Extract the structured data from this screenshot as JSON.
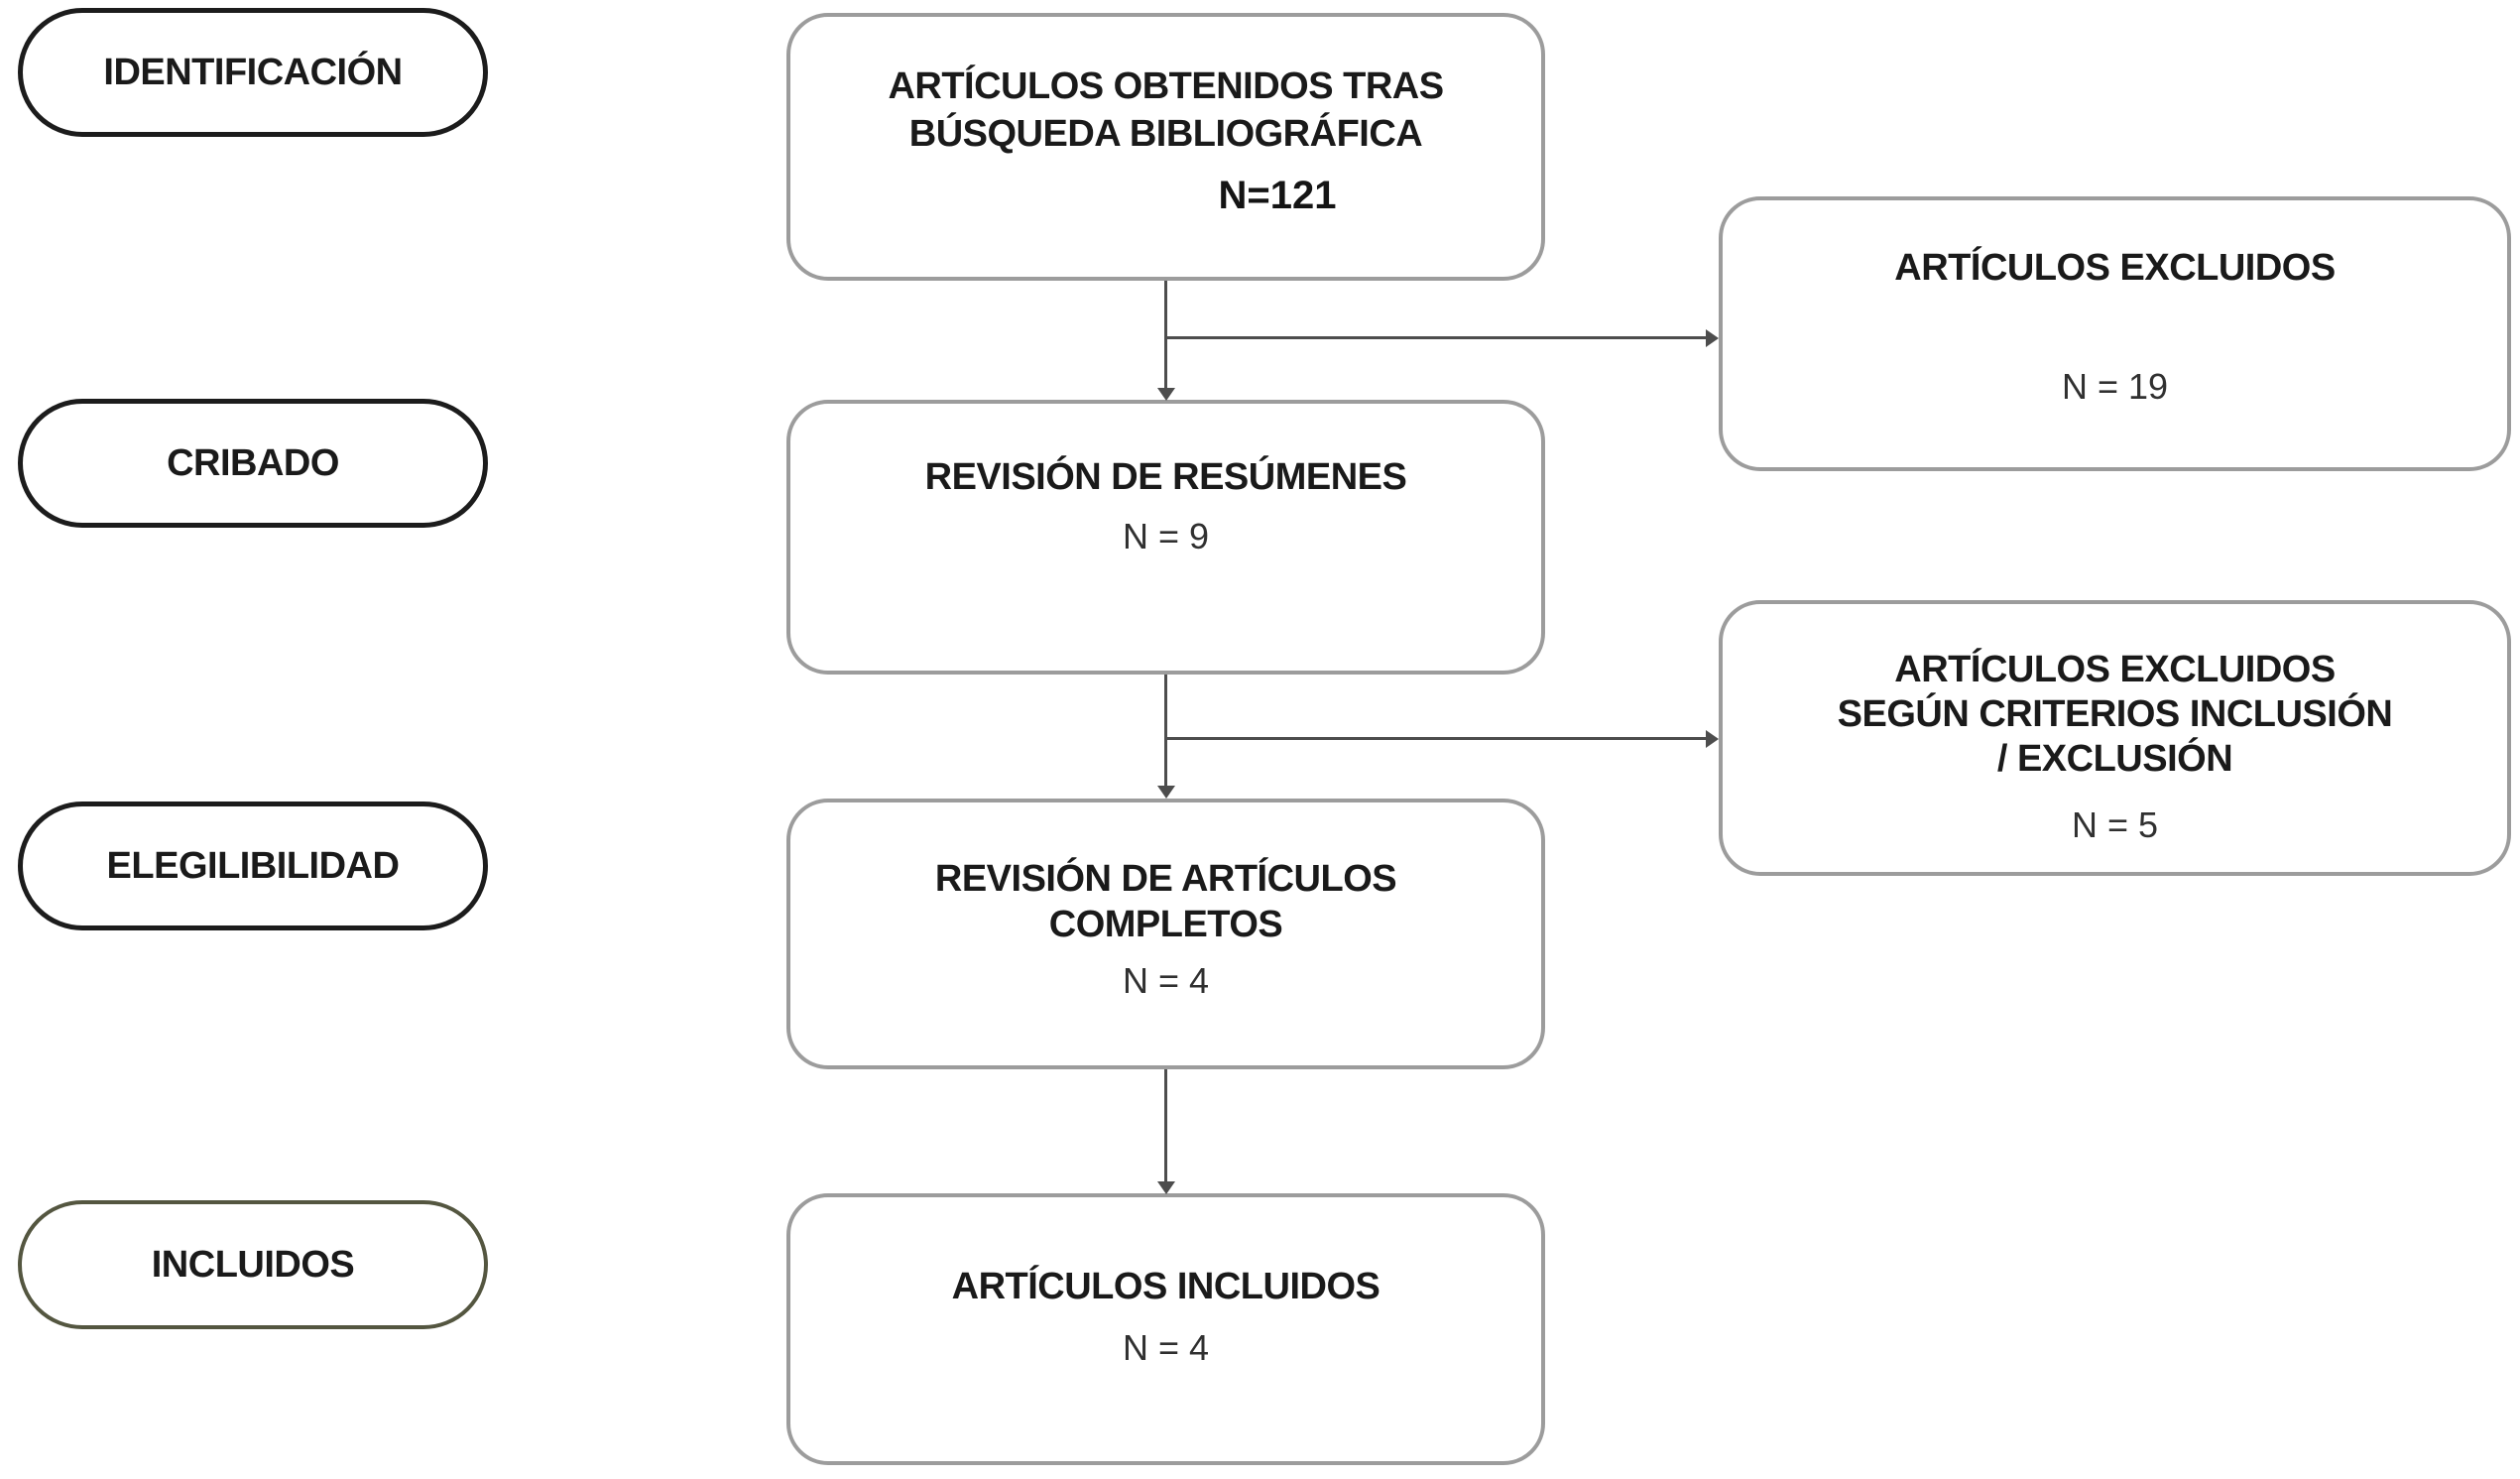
{
  "diagram": {
    "type": "prisma-flowchart",
    "stages": [
      {
        "label": "IDENTIFICACIÓN"
      },
      {
        "label": "CRIBADO"
      },
      {
        "label": "ELEGILIBILIDAD"
      },
      {
        "label": "INCLUIDOS"
      }
    ],
    "main_flow": [
      {
        "title": "ARTÍCULOS OBTENIDOS TRAS BÚSQUEDA BIBLIOGRÁFICA",
        "count": "N=121"
      },
      {
        "title": "REVISIÓN DE RESÚMENES",
        "count": "N = 9"
      },
      {
        "title": "REVISIÓN DE ARTÍCULOS COMPLETOS",
        "count": "N = 4"
      },
      {
        "title": "ARTÍCULOS INCLUIDOS",
        "count": "N = 4"
      }
    ],
    "exclusion_boxes": [
      {
        "title": "ARTÍCULOS EXCLUIDOS",
        "count": "N = 19"
      },
      {
        "title": "ARTÍCULOS EXCLUIDOS SEGÚN CRITERIOS INCLUSIÓN / EXCLUSIÓN",
        "count": "N = 5"
      }
    ],
    "colors": {
      "background": "#ffffff",
      "box_border": "#9c9c9c",
      "stage_pill_border": "#1c1c1c",
      "included_stage_pill_border": "#545640",
      "arrow": "#4d4d4d",
      "title_text": "#1a1a1a",
      "count_text": "#303030"
    }
  }
}
